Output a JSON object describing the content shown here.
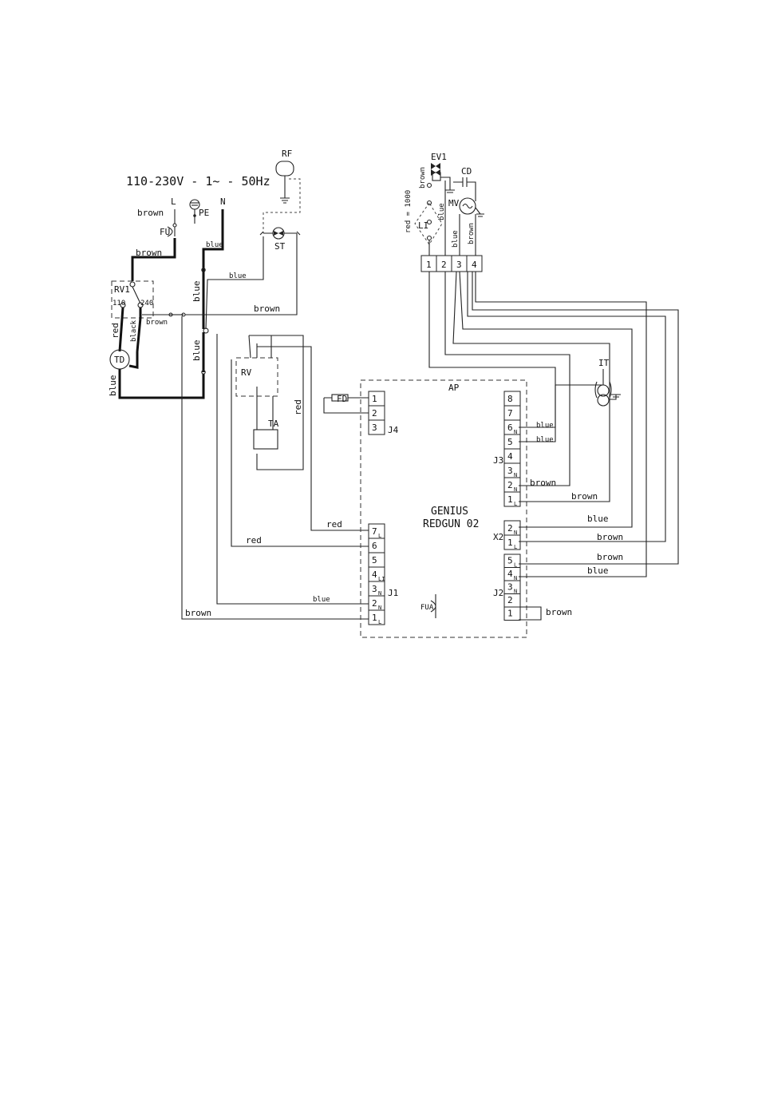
{
  "supply": {
    "voltage": "110-230V - 1~ - 50Hz",
    "L": "L",
    "PE": "PE",
    "N": "N"
  },
  "components": {
    "FU": "FU",
    "RV1": "RV1",
    "v110": "110",
    "v240": "240",
    "TD": "TD",
    "RF": "RF",
    "ST": "ST",
    "RV": "RV",
    "TA": "TA",
    "FD": "FD",
    "EV1": "EV1",
    "CD": "CD",
    "MV": "MV",
    "LI": "LI",
    "IT": "IT",
    "FUA": "FUA"
  },
  "panel": {
    "title": "AP",
    "name_line1": "GENIUS",
    "name_line2": "REDGUN 02"
  },
  "connectors": {
    "J4": {
      "label": "J4",
      "pins": [
        "1",
        "2",
        "3"
      ]
    },
    "J1": {
      "label": "J1",
      "pins": [
        "7",
        "6",
        "5",
        "4",
        "3",
        "2",
        "1"
      ],
      "subs": [
        "L",
        "",
        "",
        "LI",
        "N",
        "N",
        "L"
      ]
    },
    "J3": {
      "label": "J3",
      "pins": [
        "8",
        "7",
        "6",
        "5",
        "4",
        "3",
        "2",
        "1"
      ],
      "subs": [
        "",
        "",
        "N",
        "",
        "",
        "N",
        "N",
        "L"
      ]
    },
    "X2": {
      "label": "X2",
      "pins": [
        "2",
        "1"
      ],
      "subs": [
        "N",
        "L"
      ]
    },
    "J2": {
      "label": "J2",
      "pins": [
        "5",
        "4",
        "3",
        "2",
        "1"
      ],
      "subs": [
        "L",
        "N",
        "N",
        "",
        ""
      ]
    },
    "top": {
      "pins": [
        "1",
        "2",
        "3",
        "4"
      ]
    }
  },
  "wire_labels": {
    "brown_L": "brown",
    "brown_fu": "brown",
    "blue_n": "blue",
    "blue_vert": "blue",
    "blue_st": "blue",
    "brown_st": "brown",
    "red_td": "red",
    "black_td": "black",
    "brown_rv1": "brown",
    "blue_td": "blue",
    "blue_lower": "blue",
    "red_rv": "red",
    "red_j1_7": "red",
    "red_j1_6": "red",
    "blue_j1_2": "blue",
    "brown_j1_1": "brown",
    "blue_j3_6": "blue",
    "blue_j3_5": "blue",
    "brown_j3_2": "brown",
    "brown_j3_1": "brown",
    "blue_x2_2": "blue",
    "brown_x2_1": "brown",
    "brown_j2_5": "brown",
    "blue_j2_4": "blue",
    "brown_j2_loop": "brown",
    "red_ev": "red = 1000",
    "blue_ev": "blue",
    "brown_ev": "brown",
    "blue_mv": "blue",
    "brown_mv": "brown"
  },
  "colors": {
    "line": "#222222",
    "background": "#ffffff"
  }
}
